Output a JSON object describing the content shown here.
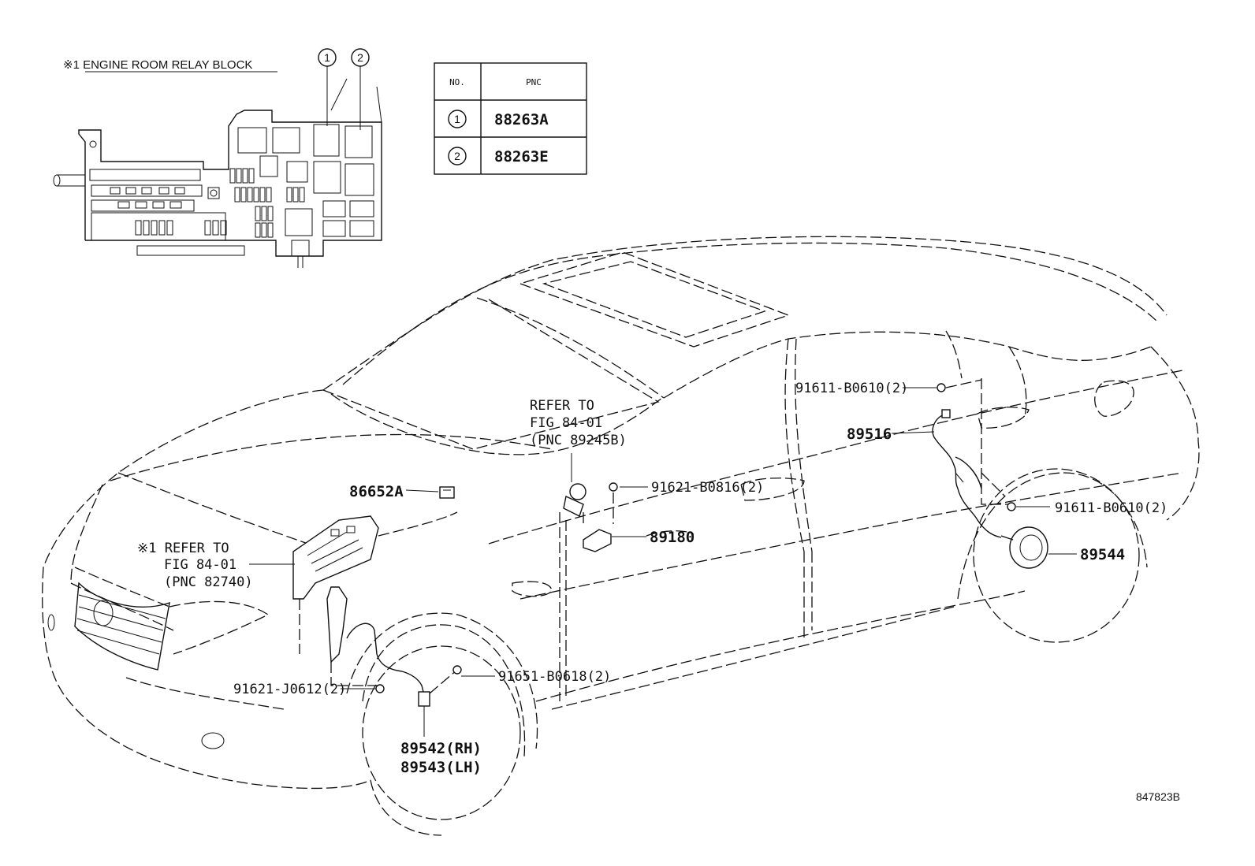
{
  "relay_block": {
    "title": "※1 ENGINE ROOM RELAY BLOCK",
    "markers": [
      "1",
      "2"
    ]
  },
  "table": {
    "headers": [
      "NO.",
      "PNC"
    ],
    "rows": [
      {
        "no": "1",
        "pnc": "88263A"
      },
      {
        "no": "2",
        "pnc": "88263E"
      }
    ]
  },
  "callouts": {
    "refer_upper": [
      "REFER TO",
      "FIG 84-01",
      "(PNC 89245B)"
    ],
    "refer_lower": [
      "※1 REFER TO",
      "FIG 84-01",
      "(PNC 82740)"
    ],
    "p86652a": "86652A",
    "p91621_b0816": "91621-B0816(2)",
    "p89180": "89180",
    "p91611_b0610_top": "91611-B0610(2)",
    "p89516": "89516",
    "p91611_b0610_mid": "91611-B0610(2)",
    "p89544": "89544",
    "p91621_j0612": "91621-J0612(2)",
    "p91651_b0618": "91651-B0618(2)",
    "p89542": "89542(RH)",
    "p89543": "89543(LH)"
  },
  "diagram_id": "847823B"
}
